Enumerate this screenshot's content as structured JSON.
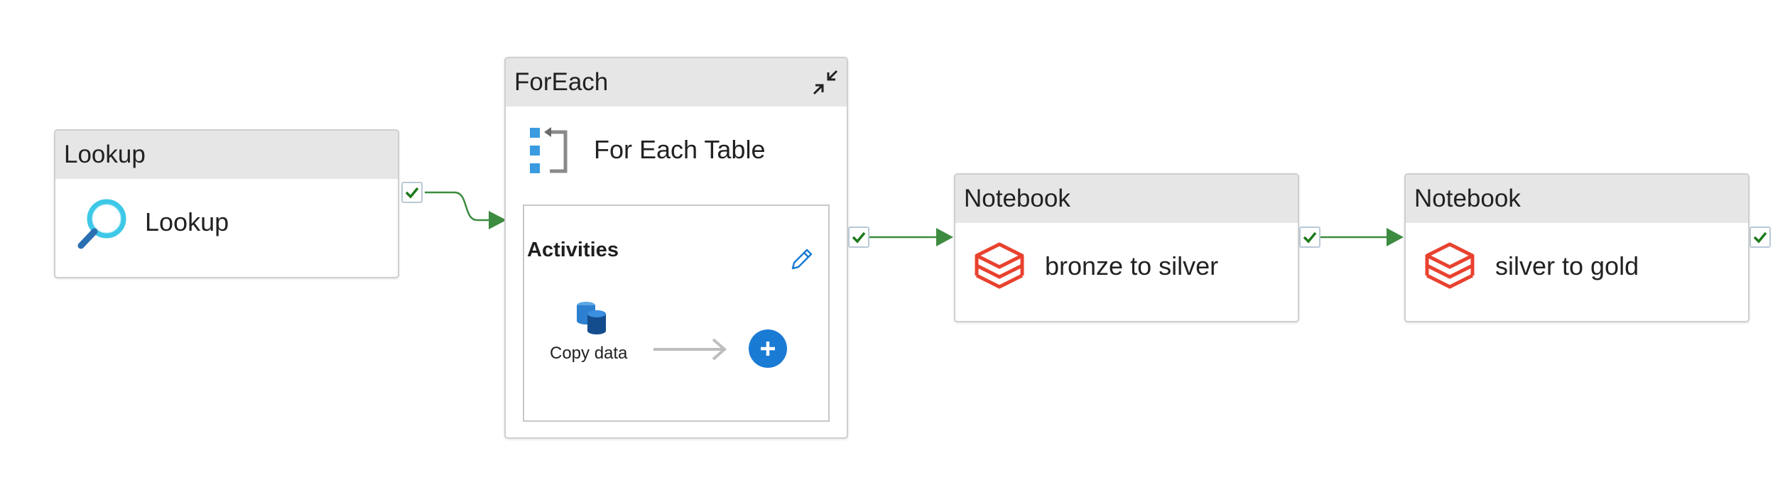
{
  "pipeline": {
    "lookup": {
      "header": "Lookup",
      "name": "Lookup",
      "icon": "magnifier-icon"
    },
    "foreach": {
      "header": "ForEach",
      "name": "For Each Table",
      "icon": "foreach-icon",
      "activities_title": "Activities",
      "inner_activity": {
        "label": "Copy data",
        "icon": "copy-data-icon"
      }
    },
    "notebook1": {
      "header": "Notebook",
      "name": "bronze to silver",
      "icon": "databricks-icon"
    },
    "notebook2": {
      "header": "Notebook",
      "name": "silver to gold",
      "icon": "databricks-icon"
    }
  },
  "colors": {
    "connector": "#3d8b40",
    "check": "#1d7a1d",
    "databricks": "#e8422f",
    "accent_blue": "#1a7bd4",
    "lookup_icon": "#3ec8e8",
    "header_bg": "#e6e6e6",
    "inner_arrow": "#bdbdbd"
  }
}
